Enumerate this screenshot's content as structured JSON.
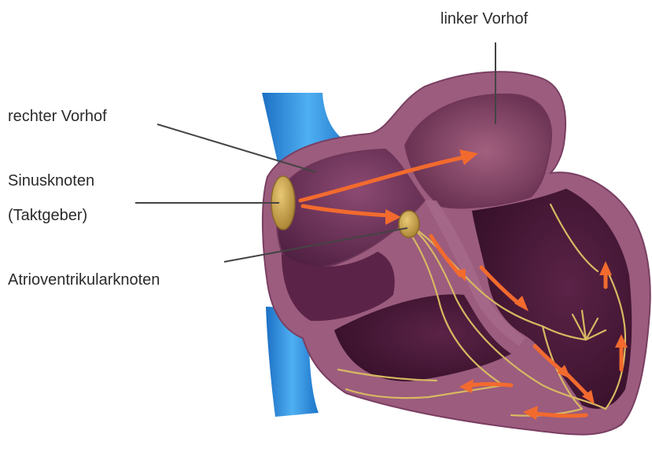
{
  "labels": {
    "left_atrium": "linker Vorhof",
    "right_atrium": "rechter Vorhof",
    "sinus_node": "Sinusknoten",
    "sinus_node_sub": "(Taktgeber)",
    "av_node": "Atrioventrikularknoten"
  },
  "colors": {
    "vena_cava": "#2a8fe0",
    "heart_wall": "#9a5a7c",
    "chamber_dark": "#4a1a3a",
    "chamber_mid": "#7a3e62",
    "arrow": "#f26a2e",
    "conduction": "#d6b56a",
    "node": "#c9a24a",
    "leader": "#444444"
  }
}
